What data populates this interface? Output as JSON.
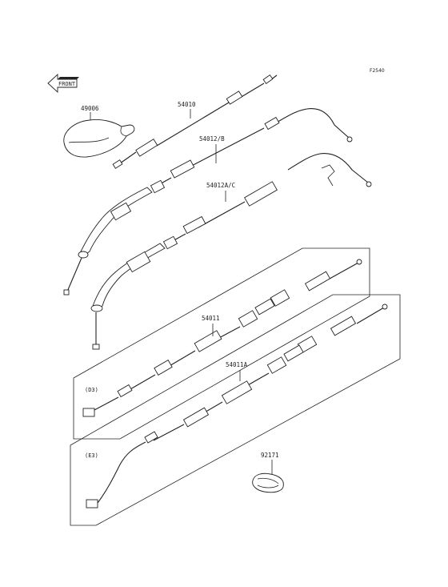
{
  "figure_code": "F2540",
  "front_arrow": "FRONT",
  "labels": {
    "p49006": "49006",
    "p54010": "54010",
    "p54012b": "54012/B",
    "p54012ac": "54012A/C",
    "p54011": "54011",
    "p54011a": "54011A",
    "p92171": "92171"
  },
  "groups": {
    "d3": "(D3)",
    "e3": "(E3)"
  }
}
